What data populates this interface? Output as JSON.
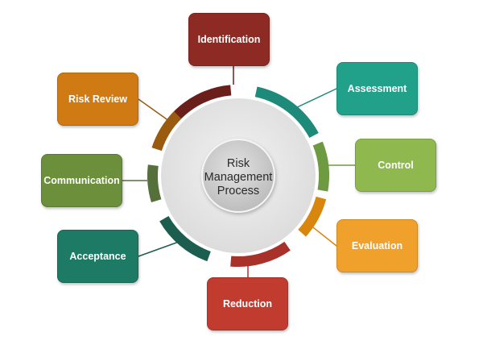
{
  "diagram": {
    "center_label": "Risk\nManagement\nProcess",
    "stages": [
      {
        "id": "identification",
        "label": "Identification",
        "color": "#8e2a24"
      },
      {
        "id": "assessment",
        "label": "Assessment",
        "color": "#21a08a"
      },
      {
        "id": "control",
        "label": "Control",
        "color": "#8fb94f"
      },
      {
        "id": "evaluation",
        "label": "Evaluation",
        "color": "#f0a12b"
      },
      {
        "id": "reduction",
        "label": "Reduction",
        "color": "#c23b2f"
      },
      {
        "id": "acceptance",
        "label": "Acceptance",
        "color": "#1d7a65"
      },
      {
        "id": "communication",
        "label": "Communication",
        "color": "#6c8f3b"
      },
      {
        "id": "risk-review",
        "label": "Risk Review",
        "color": "#cf7a12"
      }
    ],
    "arc_colors": {
      "identification": "#6b1f1b",
      "assessment": "#1e8a7a",
      "control": "#6e9b42",
      "evaluation": "#d9860f",
      "reduction": "#a8322a",
      "acceptance": "#1b5e4f",
      "communication": "#55703a",
      "risk-review": "#9a5a0f"
    },
    "ring_color": "#e6e6e6",
    "inner_color": "#d0d0d0"
  }
}
